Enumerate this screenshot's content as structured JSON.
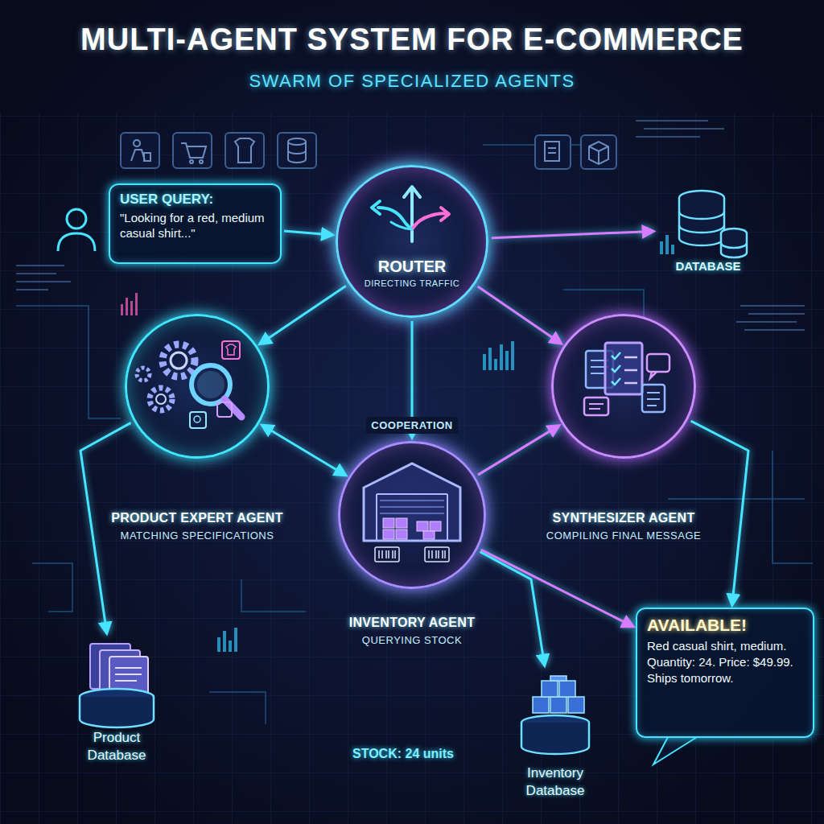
{
  "diagram": {
    "title": "MULTI-AGENT SYSTEM FOR E-COMMERCE",
    "nodes": [
      {
        "text": [
          "USER QUERY:",
          "\"Looking for a red, medium casual shirt...\""
        ]
      },
      {
        "text": [
          "ROUTER",
          "DIRECTING TRAFFIC"
        ]
      },
      {
        "text": [
          "DATABASE"
        ]
      },
      {
        "text": [
          "PRODUCT EXPERT AGENT",
          "MATCHING SPECIFICATIONS"
        ]
      },
      {
        "text": [
          "SYNTHESIZER AGENT",
          "COMPILING FINAL MESSAGE"
        ]
      },
      {
        "text": [
          "INVENTORY AGENT",
          "QUERYING STOCK"
        ]
      },
      {
        "text": [
          "AVAILABLE!",
          "Red casual shirt, medium. Quantity: 24. Price: $49.99. Ships tomorrow."
        ]
      },
      {
        "text": [
          "DATABASE",
          "Product Database"
        ]
      },
      {
        "text": [
          "DATABASE",
          "Inventory Database"
        ]
      }
    ],
    "edges": [
      {
        "from": 0,
        "to": 1,
        "arrow": "to"
      },
      {
        "from": 1,
        "to": 2,
        "arrow": "to"
      },
      {
        "from": 1,
        "to": 3,
        "arrow": "to"
      },
      {
        "from": 1,
        "to": 4,
        "arrow": "to"
      },
      {
        "from": 1,
        "to": 5,
        "arrow": "to"
      },
      {
        "from": 3,
        "to": 5,
        "arrow": "both"
      },
      {
        "from": 3,
        "to": 7,
        "arrow": "to"
      },
      {
        "from": 5,
        "to": 8,
        "arrow": "to"
      },
      {
        "from": 5,
        "to": 4,
        "arrow": "to"
      },
      {
        "from": 4,
        "to": 6,
        "arrow": "to"
      },
      {
        "from": 5,
        "to": 6,
        "arrow": "to"
      }
    ],
    "labels": [
      "SWARM OF SPECIALIZED AGENTS",
      "COOPERATION",
      "STOCK: 24 units"
    ]
  }
}
